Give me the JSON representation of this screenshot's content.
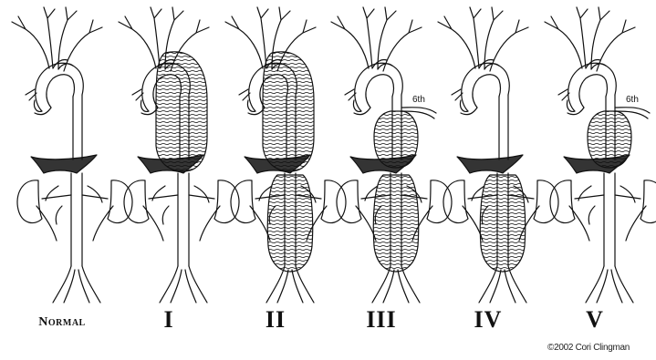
{
  "figure": {
    "panels": [
      {
        "id": "normal",
        "label": "Normal",
        "upper_aneurysm": "none",
        "lower_aneurysm": "none",
        "intercostal_label": ""
      },
      {
        "id": "I",
        "label": "I",
        "upper_aneurysm": "full",
        "lower_aneurysm": "none",
        "intercostal_label": ""
      },
      {
        "id": "II",
        "label": "II",
        "upper_aneurysm": "full",
        "lower_aneurysm": "full",
        "intercostal_label": ""
      },
      {
        "id": "III",
        "label": "III",
        "upper_aneurysm": "distal",
        "lower_aneurysm": "full",
        "intercostal_label": "6th"
      },
      {
        "id": "IV",
        "label": "IV",
        "upper_aneurysm": "none",
        "lower_aneurysm": "full",
        "intercostal_label": ""
      },
      {
        "id": "V",
        "label": "V",
        "upper_aneurysm": "distal",
        "lower_aneurysm": "none",
        "intercostal_label": "6th"
      }
    ],
    "copyright": "©2002 Cori Clingman",
    "colors": {
      "ink": "#111111",
      "background": "#ffffff"
    }
  }
}
